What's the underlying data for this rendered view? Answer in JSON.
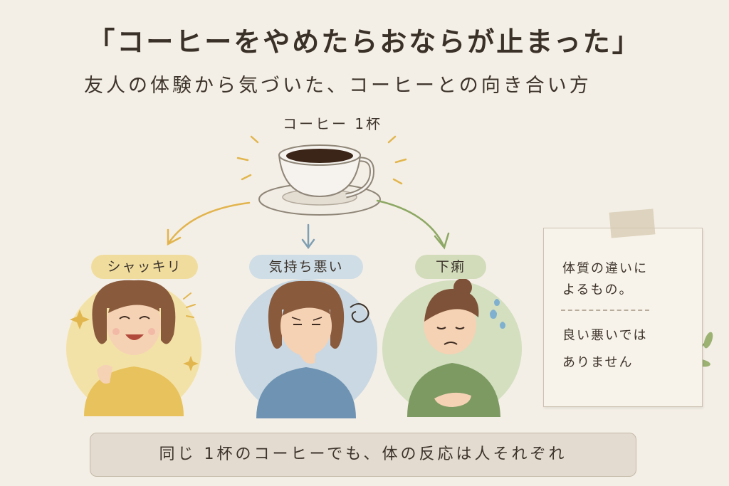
{
  "title": "「コーヒーをやめたらおならが止まった」",
  "subtitle": "友人の体験から気づいた、コーヒーとの向き合い方",
  "cup_label": "コーヒー 1杯",
  "reactions": [
    {
      "label": "シャッキリ",
      "color": "#f0dd9e"
    },
    {
      "label": "気持ち悪い",
      "color": "#cfdde6"
    },
    {
      "label": "下痢",
      "color": "#d2dcbb"
    }
  ],
  "note": {
    "line1": "体質の違いに",
    "line2": "よるもの。",
    "line3": "良い悪いでは",
    "line4": "ありません"
  },
  "footer": "同じ 1杯のコーヒーでも、体の反応は人それぞれ",
  "icons": [
    "coffee-cup-icon",
    "sparkle-icon",
    "dizzy-swirl-icon",
    "sweat-drops-icon",
    "leaf-sprig-icon"
  ]
}
